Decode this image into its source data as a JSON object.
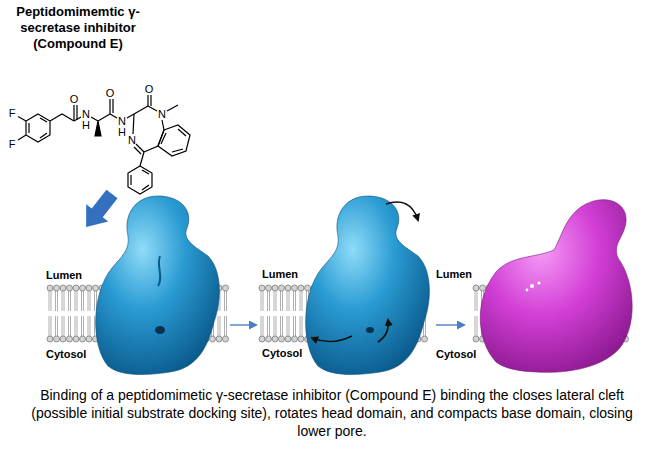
{
  "diagram": {
    "title": "Peptidomimemtic γ-secretase inhibitor (Compound E)",
    "caption": "Binding of a peptidomimetic γ-secretase inhibitor (Compound E) binding the closes lateral cleft (possible initial substrate docking site), rotates head domain, and compacts base domain, closing lower pore.",
    "labels": [
      "F",
      "F",
      "O",
      "N",
      "H",
      "O",
      "N",
      "H",
      "O",
      "N",
      "N",
      "Lumen",
      "Cytosol",
      "Lumen",
      "Cytosol",
      "Lumen",
      "Cytosol"
    ]
  }
}
